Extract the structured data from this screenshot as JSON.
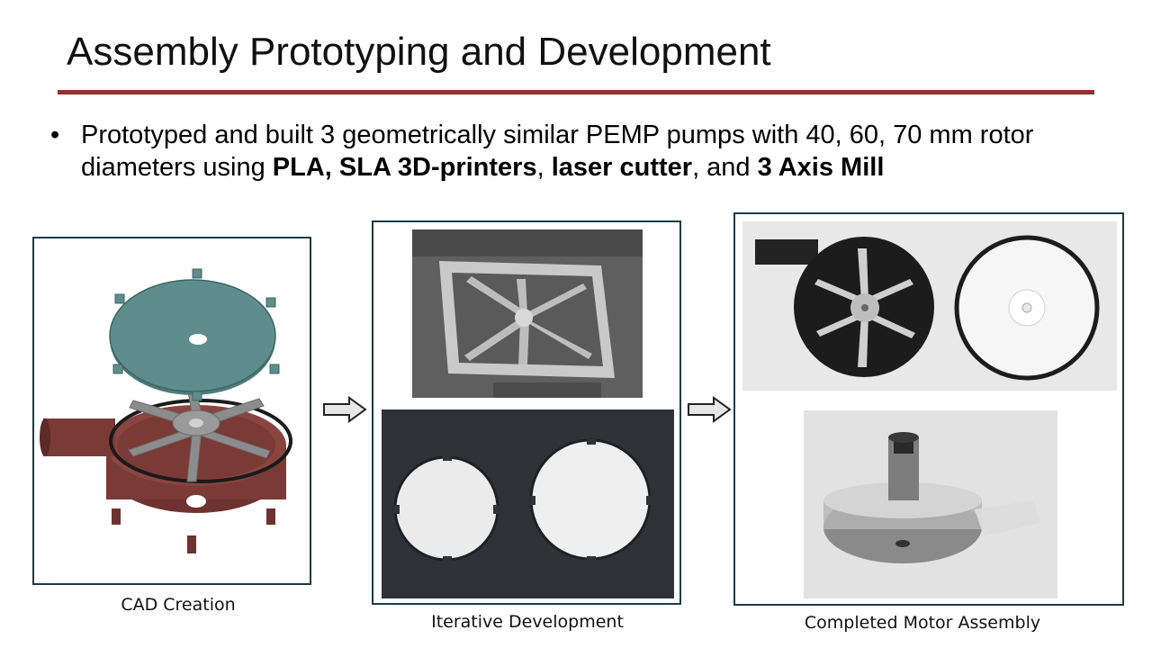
{
  "slide": {
    "title": "Assembly Prototyping and Development",
    "bullet_marker": "•",
    "bullet": {
      "t1": "Prototyped and built 3 geometrically similar PEMP pumps with 40, 60, 70 mm rotor diameters using ",
      "b1": "PLA, SLA 3D-printers",
      "t2": ", ",
      "b2": "laser cutter",
      "t3": ", and ",
      "b3": "3 Axis Mill"
    }
  },
  "panels": [
    {
      "caption": "CAD Creation"
    },
    {
      "caption": "Iterative Development"
    },
    {
      "caption": "Completed Motor Assembly"
    }
  ],
  "colors": {
    "title_rule": "#9b2c2c",
    "frame_border": "#1e3a44",
    "cad_lid": "#5f8d8d",
    "cad_base": "#7a3a36"
  }
}
